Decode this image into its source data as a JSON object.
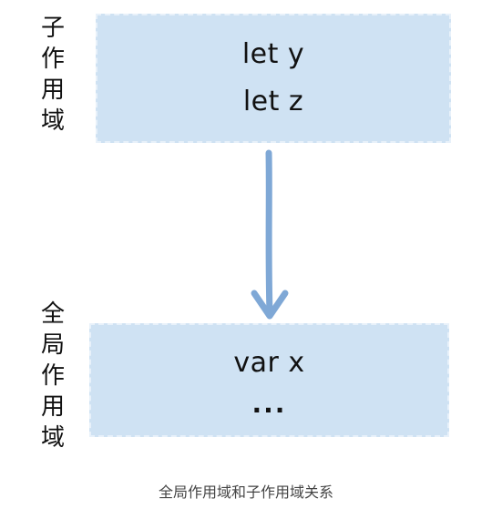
{
  "child_scope": {
    "label_chars": [
      "子",
      "作",
      "用",
      "域"
    ],
    "lines": [
      "let y",
      "let z"
    ]
  },
  "global_scope": {
    "label_chars": [
      "全",
      "局",
      "作",
      "用",
      "域"
    ],
    "lines": [
      "var x",
      "..."
    ]
  },
  "caption": "全局作用域和子作用域关系",
  "colors": {
    "box_fill": "#cfe2f3",
    "arrow": "#7fa8d6",
    "text": "#111111"
  }
}
